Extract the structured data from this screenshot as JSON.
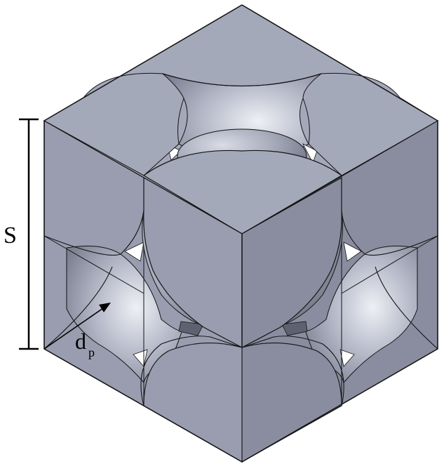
{
  "figure": {
    "dimension_label": "S",
    "diameter_label": "d",
    "diameter_subscript": "p",
    "colors": {
      "face_top": "#a4a9ba",
      "face_left": "#999daf",
      "face_right": "#898d9f",
      "pore_shadow": "#5e6170",
      "pore_void": "#ffffff",
      "edge": "#141414"
    }
  }
}
